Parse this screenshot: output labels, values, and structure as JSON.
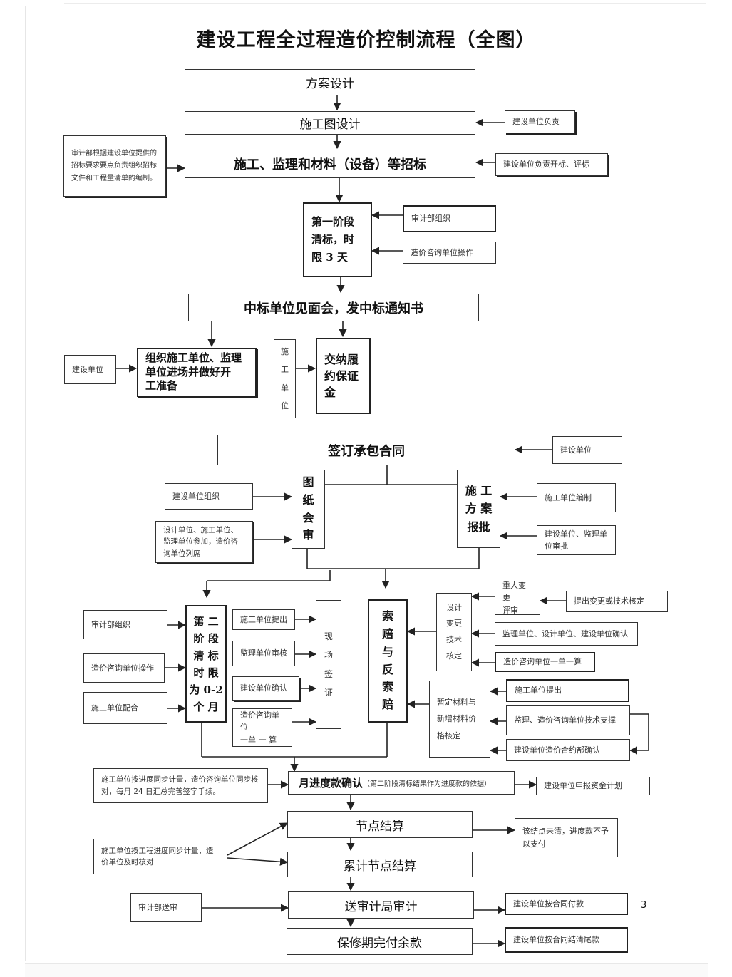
{
  "title": "建设工程全过程造价控制流程（全图）",
  "page_number": "3",
  "steps": {
    "s1": "方案设计",
    "s2": "施工图设计",
    "s3": "施工、监理和材料（设备）等招标",
    "s4": "第一阶段\n清标，时\n限 3 天",
    "s5": "中标单位见面会，发中标通知书",
    "s6a": "组织施工单位、监理\n单位进场并做好开\n工准备",
    "s6b": "交纳履\n约保证\n金",
    "s7": "签订承包合同",
    "s8a": [
      "图",
      "纸",
      "会",
      "审"
    ],
    "s8b": [
      "施 工",
      "方 案",
      "报批"
    ],
    "s9": [
      "第 二",
      "阶 段",
      "清 标",
      "时 限",
      "为 0-2",
      "个 月"
    ],
    "s10": [
      "现",
      "场",
      "签",
      "证"
    ],
    "s11": [
      "索",
      "赔",
      "与",
      "反",
      "索",
      "赔"
    ],
    "s12": [
      "设计",
      "变更",
      "技术",
      "核定"
    ],
    "s13": "暂定材料与\n新增材料价\n格核定",
    "s14_main": "月进度款确认",
    "s14_sub": "（第二阶段清标结果作为进度款的依据）",
    "s15": "节点结算",
    "s16": "累计节点结算",
    "s17": "送审计局审计",
    "s18": "保修期完付余款"
  },
  "notes": {
    "n_s2": "建设单位负责",
    "n_s3_left": "审计部根据建设单位提供的招标要求要点负责组织招标文件和工程量清单的编制。",
    "n_s3_right": "建设单位负责开标、评标",
    "n_s4_a": "审计部组织",
    "n_s4_b": "造价咨询单位操作",
    "n_s6a": "建设单位",
    "n_s6b": [
      "施",
      "工",
      "单",
      "位"
    ],
    "n_s7": "建设单位",
    "n_s8a_a": "建设单位组织",
    "n_s8a_b": "设计单位、施工单位、监理单位参加，造价咨询单位列席",
    "n_s8b_a": "施工单位编制",
    "n_s8b_b": "建设单位、监理单位审批",
    "n_s9_a": "审计部组织",
    "n_s9_b": "造价咨询单位操作",
    "n_s9_c": "施工单位配合",
    "n_s10_a": "施工单位提出",
    "n_s10_b": "监理单位审核",
    "n_s10_c": "建设单位确认",
    "n_s10_d": "造价咨询单位\n一单 一 算",
    "n_s12_major": "重大变更\n评审",
    "n_s12_propose": "提出变更或技术核定",
    "n_s12_confirm": "监理单位、设计单位、建设单位确认",
    "n_s12_calc": "造价咨询单位一单一算",
    "n_s13_a": "施工单位提出",
    "n_s13_b": "监理、造价咨询单位技术支撑",
    "n_s13_c": "建设单位造价合约部确认",
    "n_s14_left": "施工单位按进度同步计量，造价咨询单位同步核对，每月 24 日汇总完善签字手续。",
    "n_s14_right": "建设单位申报资金计划",
    "n_s15_right": "该结点未清，进度款不予以支付",
    "n_s15_left": "施工单位按工程进度同步计量，造价单位及时核对",
    "n_s17_left": "审计部送审",
    "n_s17_right": "建设单位按合同付款",
    "n_s18_right": "建设单位按合同结清尾款"
  }
}
